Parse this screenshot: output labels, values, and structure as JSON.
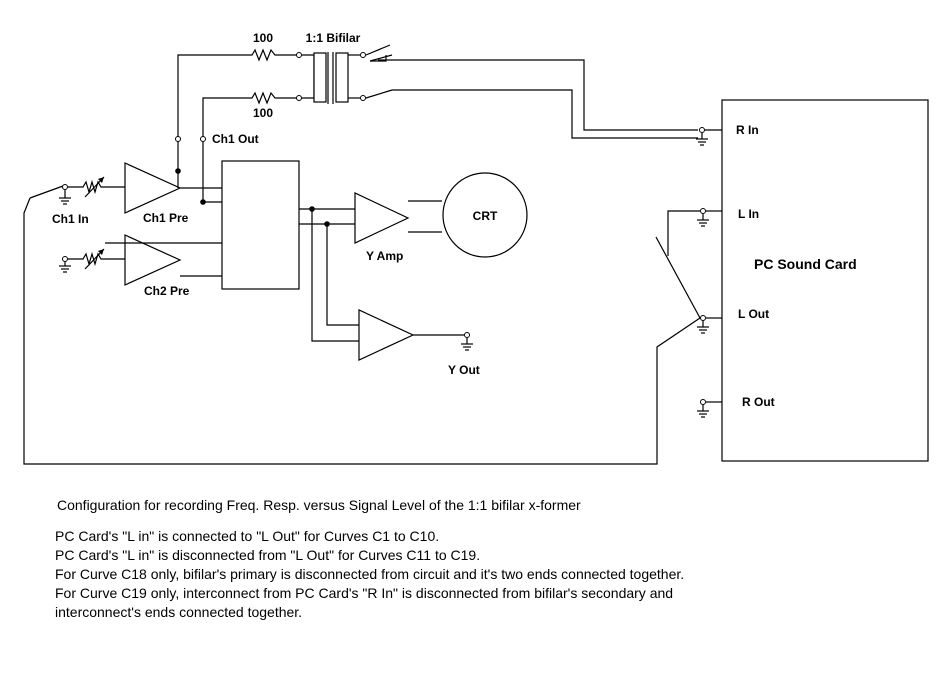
{
  "labels": {
    "r_top": "100",
    "r_bottom": "100",
    "transformer": "1:1 Bifilar",
    "ch1_out": "Ch1 Out",
    "ch1_in": "Ch1 In",
    "ch1_pre": "Ch1 Pre",
    "ch2_pre": "Ch2 Pre",
    "crt": "CRT",
    "y_amp": "Y Amp",
    "y_out": "Y Out",
    "r_in": "R In",
    "l_in": "L In",
    "l_out": "L Out",
    "r_out": "R Out",
    "pc_sound_card": "PC Sound Card"
  },
  "colors": {
    "r_in": "#c00000",
    "l_in": "#00209f",
    "l_out": "#00209f",
    "r_out": "#c00000"
  },
  "caption": {
    "title": "Configuration for recording Freq. Resp. versus Signal Level  of the 1:1 bifilar x-former",
    "lines": [
      "PC Card's \"L in\" is connected to \"L Out\" for Curves C1 to C10.",
      "PC Card's \"L in\" is disconnected from \"L Out\" for Curves C11 to C19.",
      "For Curve C18 only, bifilar's primary is disconnected from circuit and it's two ends connected together.",
      "For Curve C19 only, interconnect from PC Card's \"R In\" is disconnected from bifilar's secondary and",
      "interconnect's ends connected together."
    ]
  }
}
